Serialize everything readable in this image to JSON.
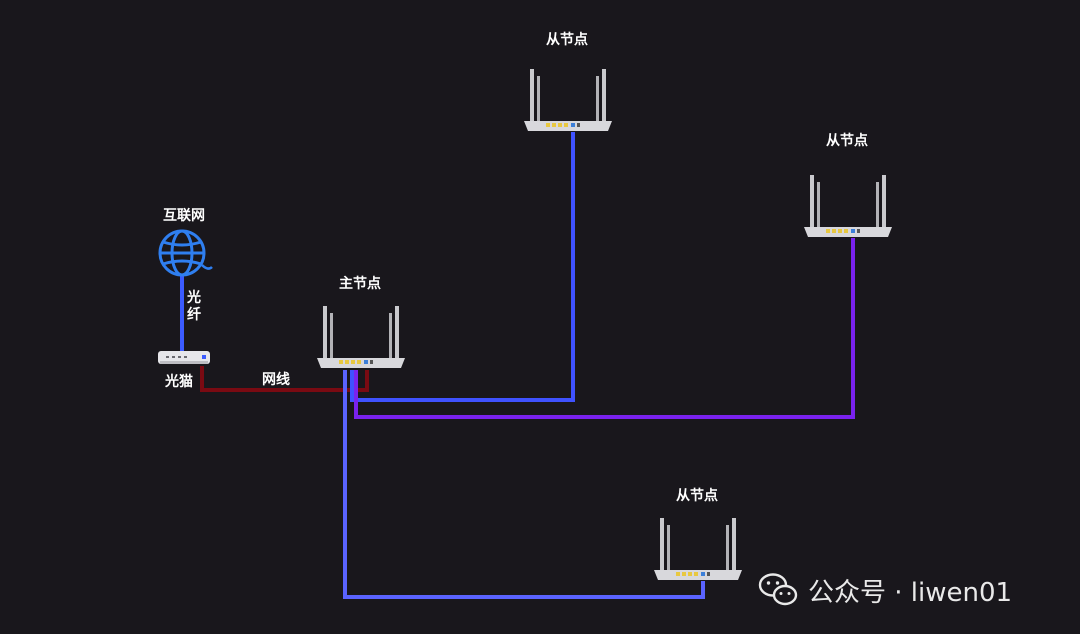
{
  "labels": {
    "internet": "互联网",
    "fiber_1": "光",
    "fiber_2": "纤",
    "modem": "光猫",
    "cable": "网线",
    "main_node": "主节点",
    "sub_node_top": "从节点",
    "sub_node_right": "从节点",
    "sub_node_bottom": "从节点"
  },
  "watermark": "公众号 · liwen01",
  "colors": {
    "background": "#19171c",
    "fiber": "#3b5bff",
    "ethernet": "#7a0a12",
    "link_top": "#3f52ff",
    "link_right": "#7a22ee",
    "link_bottom": "#5a63ff",
    "globe": "#2f7ff0",
    "router_body": "#d8d8dc",
    "router_ports": "#e8c840"
  },
  "icons": {
    "internet": "globe-icon",
    "modem": "modem-icon",
    "router": "router-icon",
    "watermark": "wechat-icon"
  }
}
